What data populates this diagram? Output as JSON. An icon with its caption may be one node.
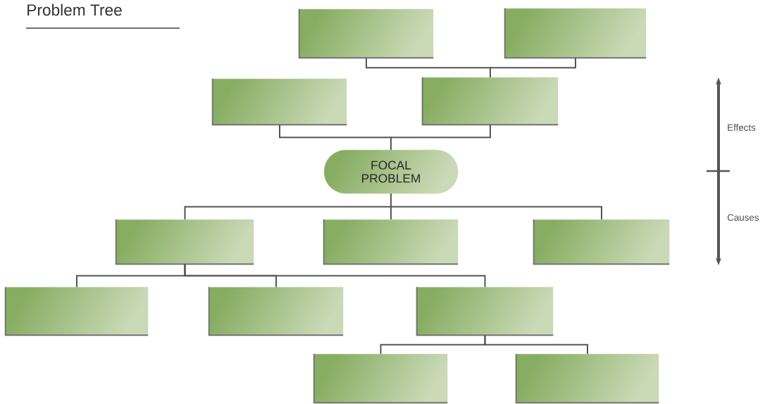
{
  "diagram": {
    "title": "Problem Tree",
    "nodes": [
      {
        "text": [],
        "shape": "box"
      },
      {
        "text": [],
        "shape": "box"
      },
      {
        "text": [],
        "shape": "box"
      },
      {
        "text": [],
        "shape": "box"
      },
      {
        "text": [
          "FOCAL PROBLEM"
        ]
      },
      {
        "text": [],
        "shape": "box"
      },
      {
        "text": [],
        "shape": "box"
      },
      {
        "text": [],
        "shape": "box"
      },
      {
        "text": [],
        "shape": "box"
      },
      {
        "text": [],
        "shape": "box"
      },
      {
        "text": [],
        "shape": "box"
      },
      {
        "text": [],
        "shape": "box"
      },
      {
        "text": [],
        "shape": "box"
      }
    ],
    "edges": [
      {
        "from": 0,
        "to": 3,
        "arrow": "none"
      },
      {
        "from": 1,
        "to": 3,
        "arrow": "none"
      },
      {
        "from": 2,
        "to": 4,
        "arrow": "none"
      },
      {
        "from": 3,
        "to": 4,
        "arrow": "none"
      },
      {
        "from": 4,
        "to": 5,
        "arrow": "none"
      },
      {
        "from": 4,
        "to": 6,
        "arrow": "none"
      },
      {
        "from": 4,
        "to": 7,
        "arrow": "none"
      },
      {
        "from": 5,
        "to": 8,
        "arrow": "none"
      },
      {
        "from": 5,
        "to": 9,
        "arrow": "none"
      },
      {
        "from": 5,
        "to": 10,
        "arrow": "none"
      },
      {
        "from": 10,
        "to": 11,
        "arrow": "none"
      },
      {
        "from": 10,
        "to": 12,
        "arrow": "none"
      }
    ],
    "labels": [
      "Effects",
      "Causes"
    ]
  }
}
